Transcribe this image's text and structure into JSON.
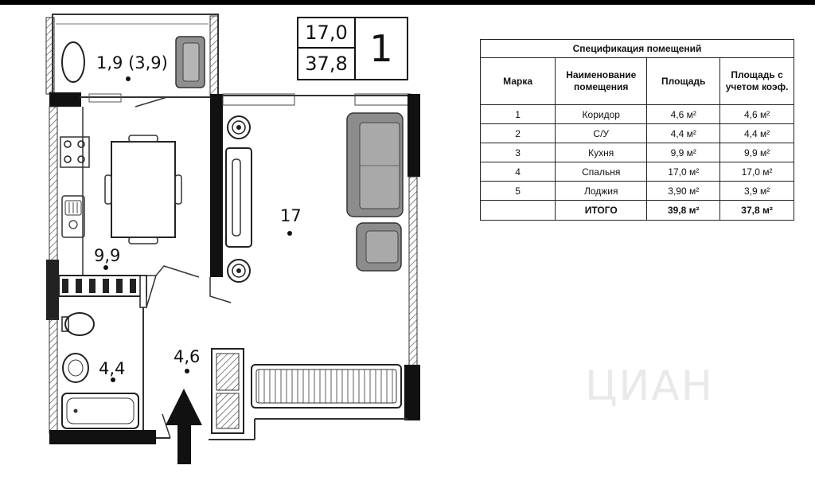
{
  "summary": {
    "living_area": "17,0",
    "total_area": "37,8",
    "rooms": "1"
  },
  "room_labels": {
    "loggia": "1,9 (3,9)",
    "kitchen": "9,9",
    "bedroom": "17",
    "bathroom": "4,4",
    "corridor": "4,6"
  },
  "spec_table": {
    "title": "Спецификация помещений",
    "headers": [
      "Марка",
      "Наименование помещения",
      "Площадь",
      "Площадь с учетом коэф."
    ],
    "rows": [
      [
        "1",
        "Коридор",
        "4,6 м²",
        "4,6 м²"
      ],
      [
        "2",
        "С/У",
        "4,4 м²",
        "4,4 м²"
      ],
      [
        "3",
        "Кухня",
        "9,9 м²",
        "9,9 м²"
      ],
      [
        "4",
        "Спальня",
        "17,0 м²",
        "17,0 м²"
      ],
      [
        "5",
        "Лоджия",
        "3,90 м²",
        "3,9 м²"
      ]
    ],
    "total": [
      "",
      "ИТОГО",
      "39,8 м²",
      "37,8 м²"
    ]
  },
  "watermark": "ЦИАН"
}
